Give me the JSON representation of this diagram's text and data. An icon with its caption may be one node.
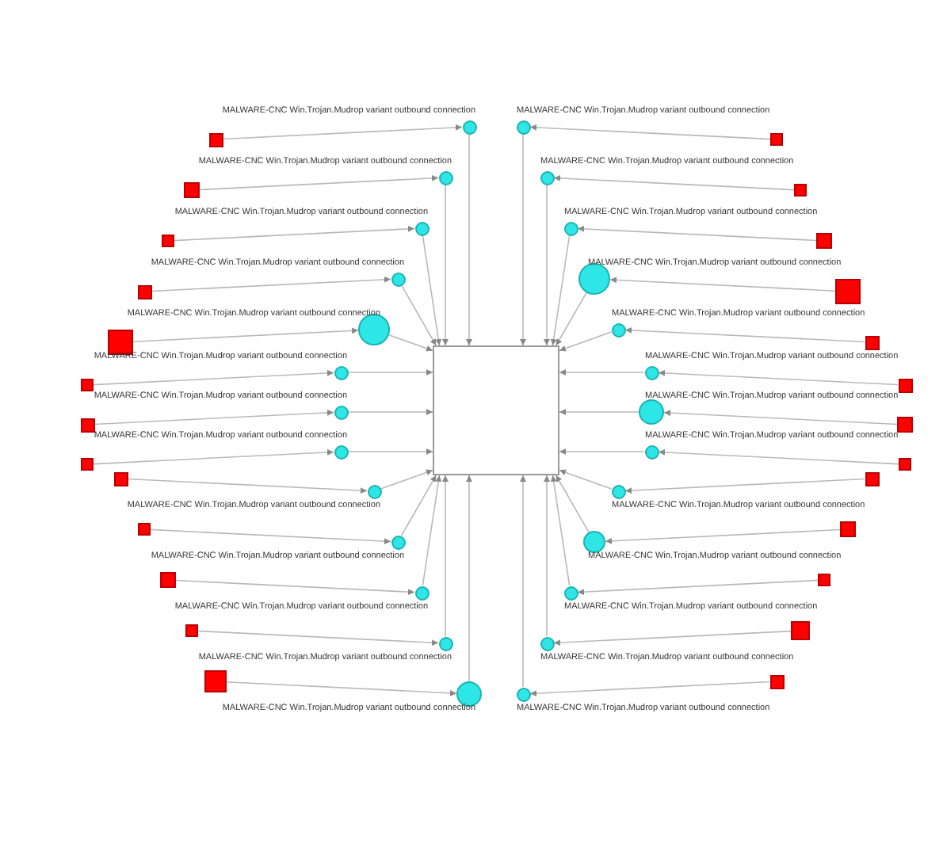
{
  "diagram": {
    "nodes": [
      {
        "text": [],
        "shape": "circle",
        "beside": [
          "MALWARE-CNC Win.Trojan.Mudrop variant outbound connection"
        ]
      },
      {
        "text": [],
        "shape": "circle",
        "beside": [
          "MALWARE-CNC Win.Trojan.Mudrop variant outbound connection"
        ]
      },
      {
        "text": [],
        "shape": "circle",
        "beside": [
          "MALWARE-CNC Win.Trojan.Mudrop variant outbound connection"
        ]
      },
      {
        "text": [],
        "shape": "circle",
        "beside": [
          "MALWARE-CNC Win.Trojan.Mudrop variant outbound connection"
        ]
      },
      {
        "text": [],
        "shape": "circle",
        "beside": [
          "MALWARE-CNC Win.Trojan.Mudrop variant outbound connection"
        ]
      },
      {
        "text": [],
        "shape": "circle",
        "beside": [
          "MALWARE-CNC Win.Trojan.Mudrop variant outbound connection"
        ]
      },
      {
        "text": [],
        "shape": "circle",
        "beside": [
          "MALWARE-CNC Win.Trojan.Mudrop variant outbound connection"
        ]
      },
      {
        "text": [],
        "shape": "circle",
        "beside": [
          "MALWARE-CNC Win.Trojan.Mudrop variant outbound connection"
        ]
      },
      {
        "text": [],
        "shape": "circle",
        "beside": [
          "MALWARE-CNC Win.Trojan.Mudrop variant outbound connection"
        ]
      },
      {
        "text": [],
        "shape": "circle",
        "beside": [
          "MALWARE-CNC Win.Trojan.Mudrop variant outbound connection"
        ]
      },
      {
        "text": [],
        "shape": "circle",
        "beside": [
          "MALWARE-CNC Win.Trojan.Mudrop variant outbound connection"
        ]
      },
      {
        "text": [],
        "shape": "circle",
        "beside": [
          "MALWARE-CNC Win.Trojan.Mudrop variant outbound connection"
        ]
      },
      {
        "text": [],
        "shape": "circle",
        "beside": [
          "MALWARE-CNC Win.Trojan.Mudrop variant outbound connection"
        ]
      },
      {
        "text": [],
        "shape": "circle",
        "beside": [
          "MALWARE-CNC Win.Trojan.Mudrop variant outbound connection"
        ]
      },
      {
        "text": [],
        "shape": "circle",
        "beside": [
          "MALWARE-CNC Win.Trojan.Mudrop variant outbound connection"
        ]
      },
      {
        "text": [],
        "shape": "circle",
        "beside": [
          "MALWARE-CNC Win.Trojan.Mudrop variant outbound connection"
        ]
      },
      {
        "text": [],
        "shape": "circle",
        "beside": [
          "MALWARE-CNC Win.Trojan.Mudrop variant outbound connection"
        ]
      },
      {
        "text": [],
        "shape": "circle",
        "beside": [
          "MALWARE-CNC Win.Trojan.Mudrop variant outbound connection"
        ]
      },
      {
        "text": [],
        "shape": "circle",
        "beside": [
          "MALWARE-CNC Win.Trojan.Mudrop variant outbound connection"
        ]
      },
      {
        "text": [],
        "shape": "circle",
        "beside": [
          "MALWARE-CNC Win.Trojan.Mudrop variant outbound connection"
        ]
      },
      {
        "text": [],
        "shape": "circle",
        "beside": [
          "MALWARE-CNC Win.Trojan.Mudrop variant outbound connection"
        ]
      },
      {
        "text": [],
        "shape": "circle",
        "beside": [
          "MALWARE-CNC Win.Trojan.Mudrop variant outbound connection"
        ]
      },
      {
        "text": [],
        "shape": "circle",
        "beside": [
          "MALWARE-CNC Win.Trojan.Mudrop variant outbound connection"
        ]
      },
      {
        "text": [],
        "shape": "circle",
        "beside": [
          "MALWARE-CNC Win.Trojan.Mudrop variant outbound connection"
        ]
      },
      {
        "text": [],
        "shape": "circle",
        "beside": [
          "MALWARE-CNC Win.Trojan.Mudrop variant outbound connection"
        ]
      },
      {
        "text": [],
        "shape": "circle",
        "beside": [
          "MALWARE-CNC Win.Trojan.Mudrop variant outbound connection"
        ]
      },
      {
        "text": [],
        "shape": "box"
      },
      {
        "text": [],
        "shape": "box"
      },
      {
        "text": [],
        "shape": "box"
      },
      {
        "text": [],
        "shape": "box"
      },
      {
        "text": [],
        "shape": "box"
      },
      {
        "text": [],
        "shape": "box"
      },
      {
        "text": [],
        "shape": "box"
      },
      {
        "text": [],
        "shape": "box"
      },
      {
        "text": [],
        "shape": "box"
      },
      {
        "text": [],
        "shape": "box"
      },
      {
        "text": [],
        "shape": "box"
      },
      {
        "text": [],
        "shape": "box"
      },
      {
        "text": [],
        "shape": "box"
      },
      {
        "text": [],
        "shape": "box"
      },
      {
        "text": [],
        "shape": "box"
      },
      {
        "text": [],
        "shape": "box"
      },
      {
        "text": [],
        "shape": "box"
      },
      {
        "text": [],
        "shape": "box"
      },
      {
        "text": [],
        "shape": "box"
      },
      {
        "text": [],
        "shape": "box"
      },
      {
        "text": [],
        "shape": "box"
      },
      {
        "text": [],
        "shape": "box"
      },
      {
        "text": [],
        "shape": "box"
      },
      {
        "text": [],
        "shape": "box"
      },
      {
        "text": [],
        "shape": "box"
      },
      {
        "text": [],
        "shape": "box"
      },
      {
        "text": [],
        "shape": "box"
      }
    ],
    "edges": [
      {
        "from": 26,
        "to": 0,
        "arrow": "to"
      },
      {
        "from": 27,
        "to": 1,
        "arrow": "to"
      },
      {
        "from": 28,
        "to": 2,
        "arrow": "to"
      },
      {
        "from": 29,
        "to": 3,
        "arrow": "to"
      },
      {
        "from": 30,
        "to": 4,
        "arrow": "to"
      },
      {
        "from": 31,
        "to": 5,
        "arrow": "to"
      },
      {
        "from": 32,
        "to": 6,
        "arrow": "to"
      },
      {
        "from": 33,
        "to": 7,
        "arrow": "to"
      },
      {
        "from": 34,
        "to": 8,
        "arrow": "to"
      },
      {
        "from": 35,
        "to": 9,
        "arrow": "to"
      },
      {
        "from": 37,
        "to": 10,
        "arrow": "to"
      },
      {
        "from": 38,
        "to": 11,
        "arrow": "to"
      },
      {
        "from": 39,
        "to": 12,
        "arrow": "to"
      },
      {
        "from": 40,
        "to": 13,
        "arrow": "to"
      },
      {
        "from": 41,
        "to": 14,
        "arrow": "to"
      },
      {
        "from": 42,
        "to": 15,
        "arrow": "to"
      },
      {
        "from": 43,
        "to": 16,
        "arrow": "to"
      },
      {
        "from": 44,
        "to": 17,
        "arrow": "to"
      },
      {
        "from": 45,
        "to": 18,
        "arrow": "to"
      },
      {
        "from": 46,
        "to": 19,
        "arrow": "to"
      },
      {
        "from": 47,
        "to": 20,
        "arrow": "to"
      },
      {
        "from": 48,
        "to": 21,
        "arrow": "to"
      },
      {
        "from": 49,
        "to": 22,
        "arrow": "to"
      },
      {
        "from": 50,
        "to": 23,
        "arrow": "to"
      },
      {
        "from": 51,
        "to": 24,
        "arrow": "to"
      },
      {
        "from": 52,
        "to": 25,
        "arrow": "to"
      },
      {
        "from": 0,
        "to": 36,
        "arrow": "to"
      },
      {
        "from": 1,
        "to": 36,
        "arrow": "to"
      },
      {
        "from": 2,
        "to": 36,
        "arrow": "to"
      },
      {
        "from": 3,
        "to": 36,
        "arrow": "to"
      },
      {
        "from": 4,
        "to": 36,
        "arrow": "to"
      },
      {
        "from": 5,
        "to": 36,
        "arrow": "to"
      },
      {
        "from": 6,
        "to": 36,
        "arrow": "to"
      },
      {
        "from": 7,
        "to": 36,
        "arrow": "to"
      },
      {
        "from": 8,
        "to": 36,
        "arrow": "to"
      },
      {
        "from": 9,
        "to": 36,
        "arrow": "to"
      },
      {
        "from": 10,
        "to": 36,
        "arrow": "to"
      },
      {
        "from": 11,
        "to": 36,
        "arrow": "to"
      },
      {
        "from": 12,
        "to": 36,
        "arrow": "to"
      },
      {
        "from": 13,
        "to": 36,
        "arrow": "to"
      },
      {
        "from": 14,
        "to": 36,
        "arrow": "to"
      },
      {
        "from": 15,
        "to": 36,
        "arrow": "to"
      },
      {
        "from": 16,
        "to": 36,
        "arrow": "to"
      },
      {
        "from": 17,
        "to": 36,
        "arrow": "to"
      },
      {
        "from": 18,
        "to": 36,
        "arrow": "to"
      },
      {
        "from": 19,
        "to": 36,
        "arrow": "to"
      },
      {
        "from": 20,
        "to": 36,
        "arrow": "to"
      },
      {
        "from": 21,
        "to": 36,
        "arrow": "to"
      },
      {
        "from": 22,
        "to": 36,
        "arrow": "to"
      },
      {
        "from": 23,
        "to": 36,
        "arrow": "to"
      },
      {
        "from": 24,
        "to": 36,
        "arrow": "to"
      },
      {
        "from": 25,
        "to": 36,
        "arrow": "to"
      }
    ]
  }
}
